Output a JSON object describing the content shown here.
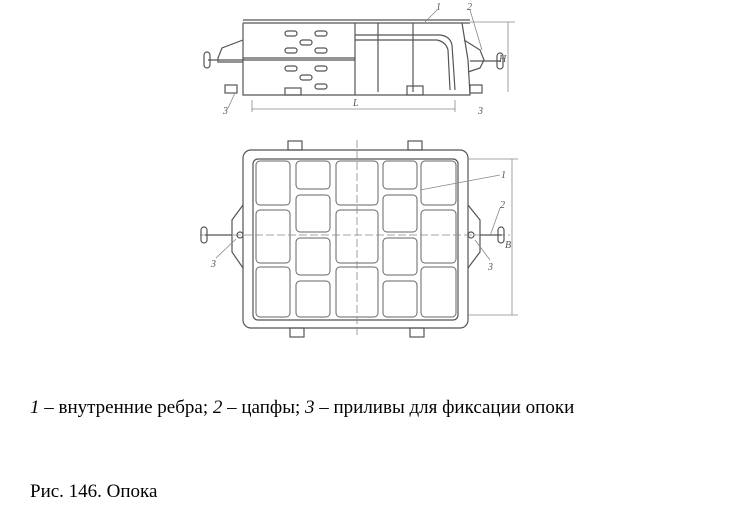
{
  "figure": {
    "labels": {
      "side_rib": "1",
      "side_trunnion": "2",
      "side_lug_left": "3",
      "side_lug_right": "3",
      "length_dim": "L",
      "height_dim": "H",
      "top_rib": "1",
      "top_trunnion": "2",
      "top_lug_left": "3",
      "top_lug_right": "3",
      "width_dim": "B"
    }
  },
  "legend": {
    "items": [
      {
        "num": "1",
        "text": " – внутренние ребра; "
      },
      {
        "num": "2",
        "text": " – цапфы; "
      },
      {
        "num": "3",
        "text": " – приливы для фиксации опоки"
      }
    ]
  },
  "caption": "Рис. 146. Опока"
}
